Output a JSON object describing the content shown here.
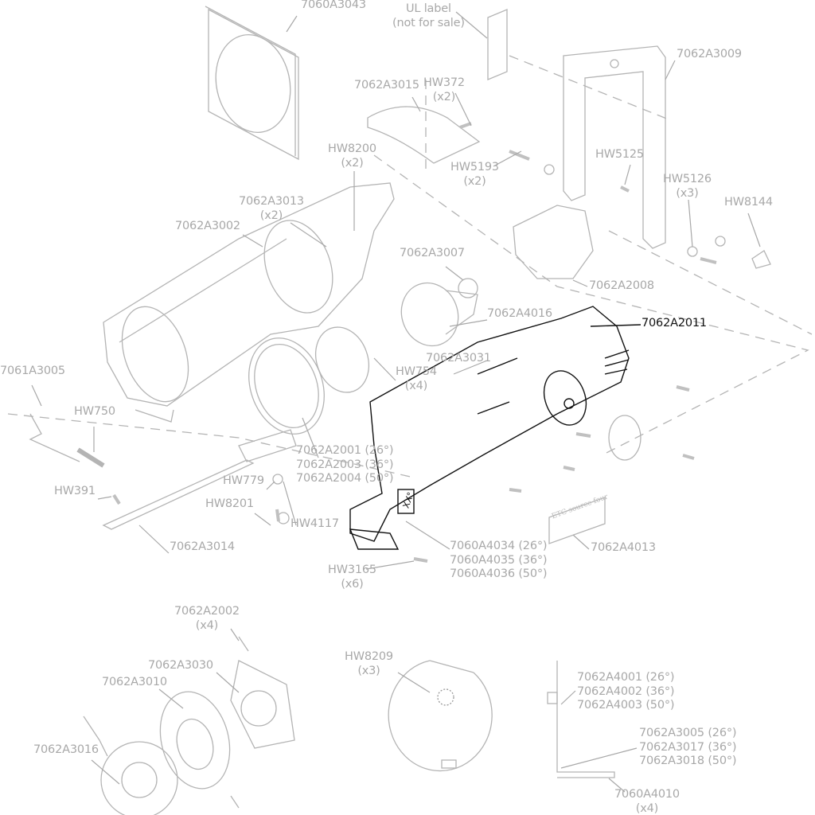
{
  "labels": {
    "frame_top": [
      "7060A3043"
    ],
    "ul_label": [
      "UL label",
      "(not for sale)"
    ],
    "yoke": [
      "7062A3009"
    ],
    "cover": [
      "7062A3015"
    ],
    "hw372": [
      "HW372",
      "(x2)"
    ],
    "hw8200": [
      "HW8200",
      "(x2)"
    ],
    "hw5193": [
      "HW5193",
      "(x2)"
    ],
    "hw5125": [
      "HW5125"
    ],
    "hw5126": [
      "HW5126",
      "(x3)"
    ],
    "hw8144": [
      "HW8144"
    ],
    "a3013": [
      "7062A3013",
      "(x2)"
    ],
    "a3002": [
      "7062A3002"
    ],
    "a3007": [
      "7062A3007"
    ],
    "a2008": [
      "7062A2008"
    ],
    "a4016": [
      "7062A4016"
    ],
    "a2011": [
      "7062A2011"
    ],
    "a3031": [
      "7062A3031"
    ],
    "hw754": [
      "HW754",
      "(x4)"
    ],
    "a3005_left": [
      "7061A3005"
    ],
    "hw750": [
      "HW750"
    ],
    "lens": [
      "7062A2001 (26°)",
      "7062A2003 (36°)",
      "7062A2004 (50°)"
    ],
    "hw779": [
      "HW779"
    ],
    "hw391": [
      "HW391"
    ],
    "hw8201": [
      "HW8201"
    ],
    "hw4117": [
      "HW4117"
    ],
    "a3014": [
      "7062A3014"
    ],
    "barrel": [
      "7060A4034 (26°)",
      "7060A4035 (36°)",
      "7060A4036 (50°)"
    ],
    "a4013": [
      "7062A4013"
    ],
    "hw3165": [
      "HW3165",
      "(x6)"
    ],
    "a2002": [
      "7062A2002",
      "(x4)"
    ],
    "a3030": [
      "7062A3030"
    ],
    "a3010": [
      "7062A3010"
    ],
    "a3016": [
      "7062A3016"
    ],
    "hw8209": [
      "HW8209",
      "(x3)"
    ],
    "a4001": [
      "7062A4001 (26°)",
      "7062A4002 (36°)",
      "7062A4003 (50°)"
    ],
    "a3005": [
      "7062A3005 (26°)",
      "7062A3017 (36°)",
      "7062A3018 (50°)"
    ],
    "a4010": [
      "7060A4010",
      "(x4)"
    ]
  },
  "badge_text": "ETC source four",
  "barrel_mark": "XX°",
  "colors": {
    "part_line": "#b4b4b4",
    "highlight": "#111111",
    "label": "#a8a8a8"
  }
}
